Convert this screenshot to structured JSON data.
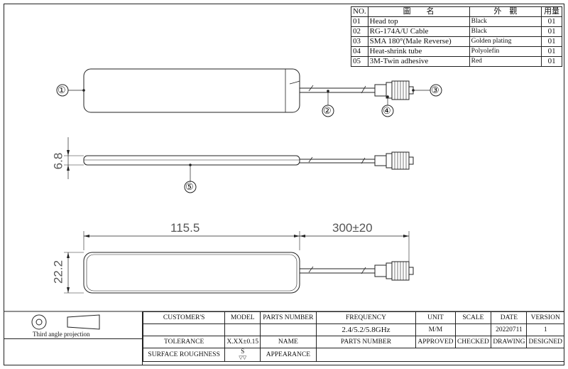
{
  "bom": {
    "headers": {
      "no": "NO.",
      "name": "圖　　名",
      "appearance": "外　觀",
      "qty": "用量"
    },
    "rows": [
      {
        "no": "01",
        "name": "Head top",
        "appearance": "Black",
        "qty": "01"
      },
      {
        "no": "02",
        "name": "RG-174A/U Cable",
        "appearance": "Black",
        "qty": "01"
      },
      {
        "no": "03",
        "name": "SMA 180°(Male Reverse)",
        "appearance": "Golden plating",
        "qty": "01"
      },
      {
        "no": "04",
        "name": "Heat-shrink tube",
        "appearance": "Polyolefin",
        "qty": "01"
      },
      {
        "no": "05",
        "name": "3M-Twin adhesive",
        "appearance": "Red",
        "qty": "01"
      }
    ]
  },
  "callouts": {
    "c1": "①",
    "c2": "②",
    "c3": "③",
    "c4": "④",
    "c5": "⑤"
  },
  "dimensions": {
    "thickness": "6.8",
    "length": "115.5",
    "cable": "300±20",
    "width": "22.2"
  },
  "title_block": {
    "projection": "Third angle projection",
    "customer_label": "CUSTOMER'S",
    "model_label": "MODEL",
    "parts_number_label": "PARTS NUMBER",
    "frequency_label": "FREQUENCY",
    "unit_label": "UNIT",
    "scale_label": "SCALE",
    "date_label": "DATE",
    "version_label": "VERSION",
    "frequency_value": "2.4/5.2/5.8GHz",
    "unit_value": "M/M",
    "date_value": "20220711",
    "version_value": "1",
    "tolerance_label": "TOLERANCE",
    "tolerance_value": "X.XX±0.15",
    "name_label": "NAME",
    "parts_number_label2": "PARTS NUMBER",
    "approved_label": "APPROVED",
    "checked_label": "CHECKED",
    "drawing_label": "DRAWING",
    "designed_label": "DESIGNED",
    "surface_label": "SURFACE ROUGHNESS",
    "surface_symbol": "S",
    "appearance_label": "APPEARANCE"
  }
}
